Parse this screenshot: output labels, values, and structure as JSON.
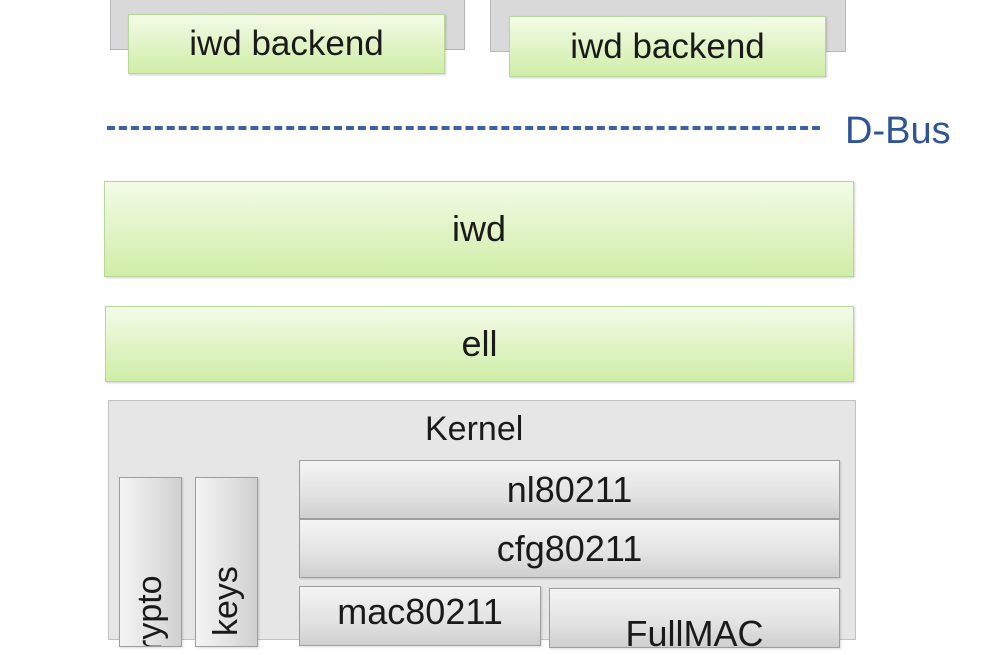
{
  "top": {
    "left_backend_label": "iwd backend",
    "right_backend_label": "iwd backend"
  },
  "dbus": {
    "label": "D-Bus",
    "line_color": "#3a62a6",
    "label_color": "#2f5597"
  },
  "layers": {
    "iwd_label": "iwd",
    "ell_label": "ell"
  },
  "kernel": {
    "title": "Kernel",
    "crypto_label": "crypto",
    "keys_label": "keys",
    "nl80211_label": "nl80211",
    "cfg80211_label": "cfg80211",
    "mac80211_label": "mac80211",
    "fullmac_label": "FullMAC"
  },
  "colors": {
    "green_fill": "#e0f3c4",
    "gray_fill": "#e2e2e2"
  }
}
